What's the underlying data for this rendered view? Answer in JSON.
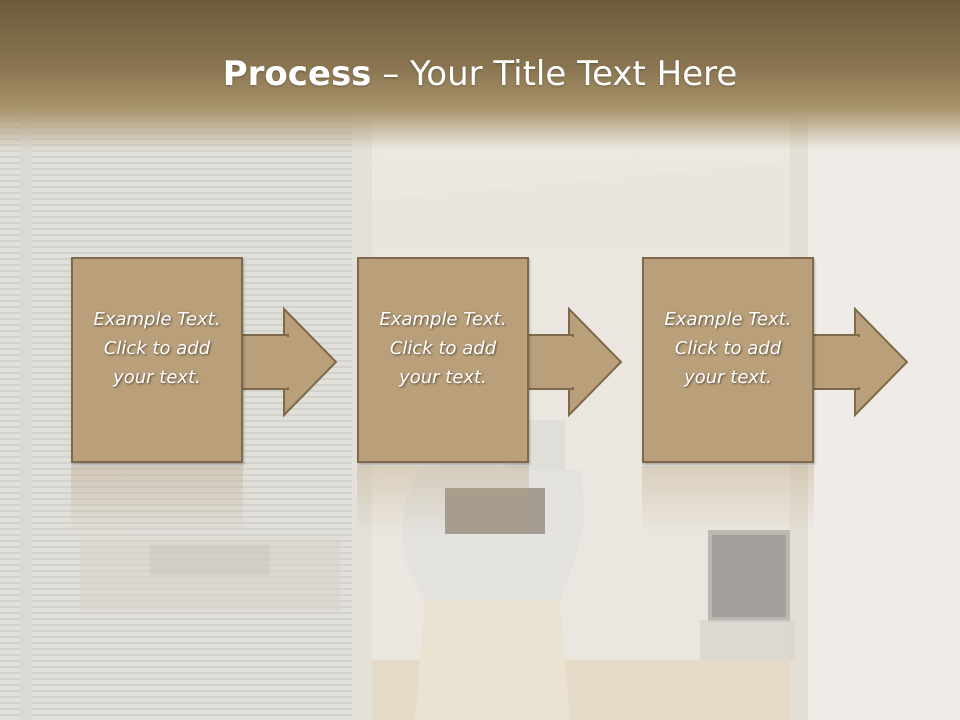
{
  "slide": {
    "title_bold": "Process",
    "title_rest": " – Your Title Text Here"
  },
  "process": {
    "steps": [
      {
        "text": "Example Text.\nClick  to add\nyour text."
      },
      {
        "text": "Example Text.\nClick  to add\nyour text."
      },
      {
        "text": "Example Text.\nClick  to add\nyour text."
      }
    ]
  },
  "colors": {
    "band": "#7a6646",
    "box_fill": "#b9a07a",
    "box_border": "#7e6a4b",
    "text": "#ffffff"
  }
}
